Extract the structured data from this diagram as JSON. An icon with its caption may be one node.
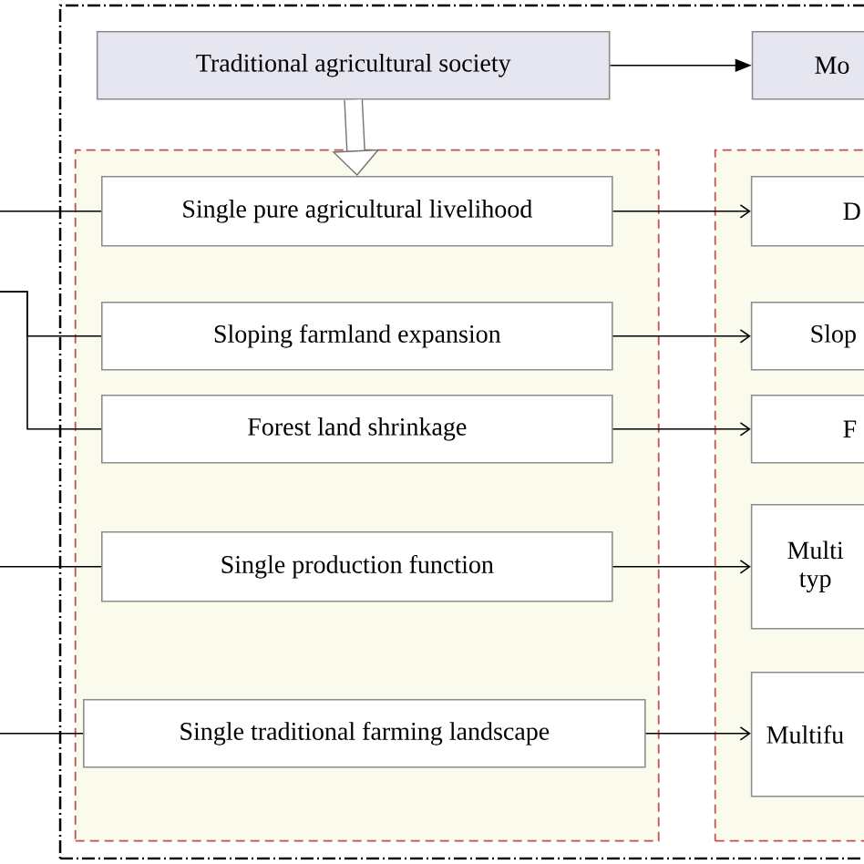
{
  "diagram": {
    "nodes": [
      {
        "text": [],
        "shape": "box"
      },
      {
        "text": [
          "Traditional agricultural society"
        ],
        "in": 0
      },
      {
        "text": [
          "Mo"
        ],
        "in": 0
      },
      {
        "text": [],
        "shape": "box",
        "in": 0
      },
      {
        "text": [
          "Single pure agricultural livelihood"
        ],
        "in": 3
      },
      {
        "text": [
          "Sloping farmland expansion"
        ],
        "in": 3
      },
      {
        "text": [
          "Forest land shrinkage"
        ],
        "in": 3
      },
      {
        "text": [
          "Single production function"
        ],
        "in": 3
      },
      {
        "text": [
          "Single traditional farming landscape"
        ],
        "in": 3
      },
      {
        "text": [],
        "shape": "box",
        "in": 0
      },
      {
        "text": [
          "D"
        ],
        "in": 9
      },
      {
        "text": [
          "Slop"
        ],
        "in": 9
      },
      {
        "text": [
          "F"
        ],
        "in": 9
      },
      {
        "text": [
          "Multi typ"
        ],
        "in": 9
      },
      {
        "text": [
          "Multifu"
        ],
        "in": 9
      }
    ],
    "edges": [
      {
        "from": 1,
        "to": 2,
        "arrow": "to"
      },
      {
        "from": 1,
        "to": 4,
        "arrow": "to",
        "style": "thick",
        "color": "#737373"
      },
      {
        "from": null,
        "to": 4,
        "arrow": "none"
      },
      {
        "from": null,
        "to": 5,
        "arrow": "none"
      },
      {
        "from": null,
        "to": 6,
        "arrow": "none"
      },
      {
        "from": null,
        "to": 7,
        "arrow": "none"
      },
      {
        "from": null,
        "to": 8,
        "arrow": "none"
      },
      {
        "from": 4,
        "to": 10,
        "arrow": "to"
      },
      {
        "from": 5,
        "to": 11,
        "arrow": "to"
      },
      {
        "from": 6,
        "to": 12,
        "arrow": "to"
      },
      {
        "from": 7,
        "to": 13,
        "arrow": "to"
      },
      {
        "from": 8,
        "to": 14,
        "arrow": "to"
      }
    ]
  }
}
